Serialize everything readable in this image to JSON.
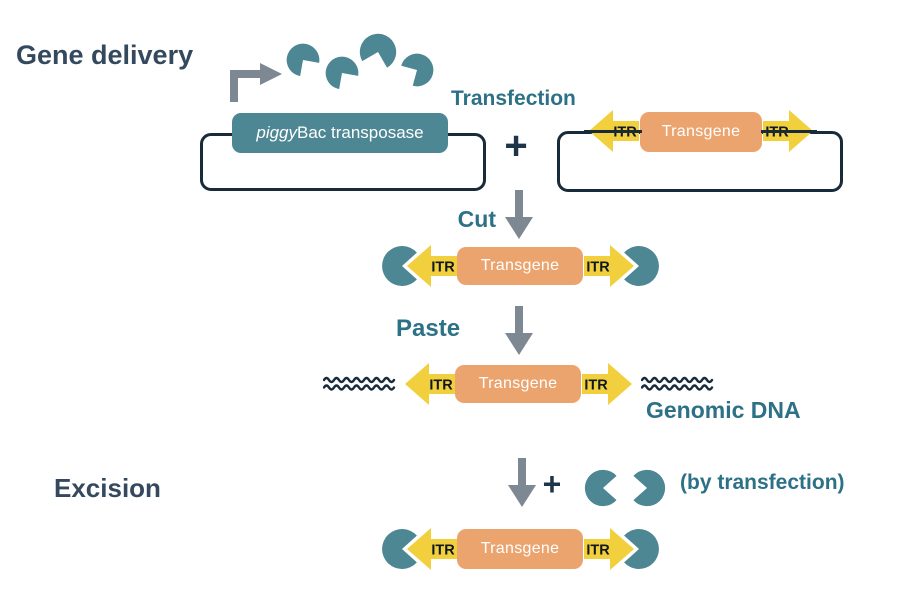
{
  "diagram": {
    "title": "Gene delivery",
    "section2_title": "Excision",
    "steps": {
      "transfection": "Transfection",
      "cut": "Cut",
      "paste": "Paste"
    },
    "plasmid1": {
      "gene_prefix_italic": "piggy",
      "gene_rest": "Bac transposase"
    },
    "cassette": {
      "itr": "ITR",
      "transgene": "Transgene"
    },
    "plus": "+",
    "genomic_dna_label": "Genomic DNA",
    "by_transfection": "(by transfection)"
  },
  "icons": {
    "transposase_protein": "pacman-circle",
    "promoter": "bent-right-arrow",
    "itr_left": "yellow-left-arrow",
    "itr_right": "yellow-right-arrow",
    "step_arrow": "gray-down-arrow",
    "genomic_dna": "double-wavy-line"
  },
  "colors": {
    "heading_navy": "#35495e",
    "step_teal": "#2d7186",
    "shape_teal": "#4d8794",
    "itr_yellow": "#f2cf3c",
    "transgene_orange": "#eca46f",
    "arrow_gray": "#7d8893",
    "outline_navy": "#182b3a"
  }
}
